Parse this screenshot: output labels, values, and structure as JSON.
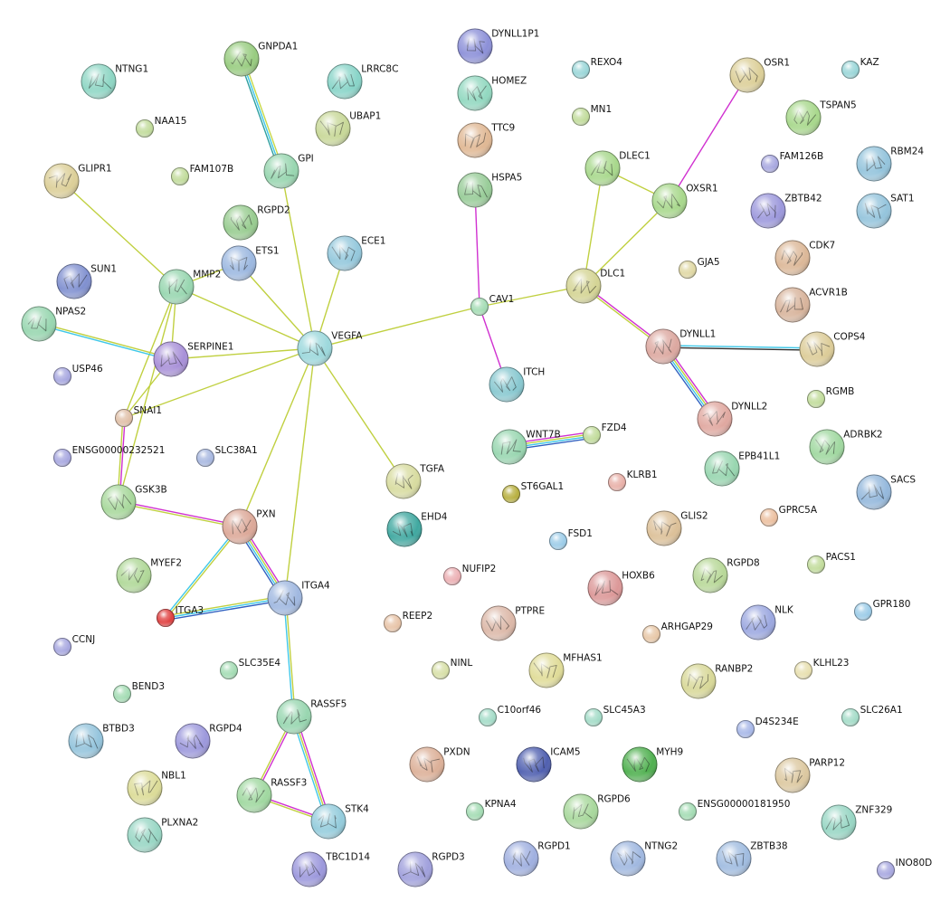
{
  "diagram": {
    "type": "protein-interaction-network",
    "nodes": [
      {
        "id": "NTNG1",
        "label": "NTNG1",
        "color": "#8ed6c4",
        "structure": true
      },
      {
        "id": "GNPDA1",
        "label": "GNPDA1",
        "color": "#98cc80",
        "structure": true
      },
      {
        "id": "LRRC8C",
        "label": "LRRC8C",
        "color": "#88d4c8",
        "structure": true
      },
      {
        "id": "DYNLL1P1",
        "label": "DYNLL1P1",
        "color": "#8c90d8",
        "structure": true
      },
      {
        "id": "REXO4",
        "label": "REXO4",
        "color": "#9ad6d8",
        "structure": false
      },
      {
        "id": "OSR1",
        "label": "OSR1",
        "color": "#dccf98",
        "structure": true
      },
      {
        "id": "KAZ",
        "label": "KAZ",
        "color": "#9ad6d8",
        "structure": false
      },
      {
        "id": "HOMEZ",
        "label": "HOMEZ",
        "color": "#92d8c0",
        "structure": true
      },
      {
        "id": "NAA15",
        "label": "NAA15",
        "color": "#c2dc9c",
        "structure": false
      },
      {
        "id": "UBAP1",
        "label": "UBAP1",
        "color": "#c8d898",
        "structure": true
      },
      {
        "id": "MN1",
        "label": "MN1",
        "color": "#c2dc9c",
        "structure": false
      },
      {
        "id": "TSPAN5",
        "label": "TSPAN5",
        "color": "#a8d88c",
        "structure": true
      },
      {
        "id": "TTC9",
        "label": "TTC9",
        "color": "#e0b894",
        "structure": true
      },
      {
        "id": "GLIPR1",
        "label": "GLIPR1",
        "color": "#dccf98",
        "structure": true
      },
      {
        "id": "FAM107B",
        "label": "FAM107B",
        "color": "#c2dc9c",
        "structure": false
      },
      {
        "id": "GPI",
        "label": "GPI",
        "color": "#98d6b0",
        "structure": true
      },
      {
        "id": "DLEC1",
        "label": "DLEC1",
        "color": "#a8d88c",
        "structure": true
      },
      {
        "id": "FAM126B",
        "label": "FAM126B",
        "color": "#a8a8e0",
        "structure": false
      },
      {
        "id": "RBM24",
        "label": "RBM24",
        "color": "#94c4dc",
        "structure": true
      },
      {
        "id": "HSPA5",
        "label": "HSPA5",
        "color": "#98cc98",
        "structure": true
      },
      {
        "id": "OXSR1",
        "label": "OXSR1",
        "color": "#a8d88c",
        "structure": true
      },
      {
        "id": "ZBTB42",
        "label": "ZBTB42",
        "color": "#9c98dc",
        "structure": true
      },
      {
        "id": "SAT1",
        "label": "SAT1",
        "color": "#94c4dc",
        "structure": true
      },
      {
        "id": "RGPD2",
        "label": "RGPD2",
        "color": "#98cc90",
        "structure": true
      },
      {
        "id": "ECE1",
        "label": "ECE1",
        "color": "#94c8dc",
        "structure": true
      },
      {
        "id": "ETS1",
        "label": "ETS1",
        "color": "#9cb8e0",
        "structure": true
      },
      {
        "id": "SUN1",
        "label": "SUN1",
        "color": "#8090d0",
        "structure": true
      },
      {
        "id": "CDK7",
        "label": "CDK7",
        "color": "#dcb898",
        "structure": true
      },
      {
        "id": "GJA5",
        "label": "GJA5",
        "color": "#e0d8a4",
        "structure": false
      },
      {
        "id": "MMP2",
        "label": "MMP2",
        "color": "#98d6b0",
        "structure": true
      },
      {
        "id": "DLC1",
        "label": "DLC1",
        "color": "#d4d494",
        "structure": true
      },
      {
        "id": "ACVR1B",
        "label": "ACVR1B",
        "color": "#d8b49c",
        "structure": true
      },
      {
        "id": "NPAS2",
        "label": "NPAS2",
        "color": "#98d6b0",
        "structure": true
      },
      {
        "id": "CAV1",
        "label": "CAV1",
        "color": "#a4dcb4",
        "structure": false
      },
      {
        "id": "SERPINE1",
        "label": "SERPINE1",
        "color": "#a890d8",
        "structure": true
      },
      {
        "id": "VEGFA",
        "label": "VEGFA",
        "color": "#9cd8dc",
        "structure": true
      },
      {
        "id": "DYNLL1",
        "label": "DYNLL1",
        "color": "#dca8a0",
        "structure": true
      },
      {
        "id": "COPS4",
        "label": "COPS4",
        "color": "#dccc98",
        "structure": true
      },
      {
        "id": "USP46",
        "label": "USP46",
        "color": "#a8a8e0",
        "structure": false
      },
      {
        "id": "ITCH",
        "label": "ITCH",
        "color": "#88c8d0",
        "structure": true
      },
      {
        "id": "RGMB",
        "label": "RGMB",
        "color": "#c2dc9c",
        "structure": false
      },
      {
        "id": "SNAI1",
        "label": "SNAI1",
        "color": "#e0c0a8",
        "structure": false
      },
      {
        "id": "DYNLL2",
        "label": "DYNLL2",
        "color": "#e0a8a0",
        "structure": true
      },
      {
        "id": "ADRBK2",
        "label": "ADRBK2",
        "color": "#a0d8a0",
        "structure": true
      },
      {
        "id": "WNT7B",
        "label": "WNT7B",
        "color": "#98d6b0",
        "structure": true
      },
      {
        "id": "FZD4",
        "label": "FZD4",
        "color": "#c2dc9c",
        "structure": false
      },
      {
        "id": "ENSG00000232521",
        "label": "ENSG00000232521",
        "color": "#a8a8e0",
        "structure": false
      },
      {
        "id": "SLC38A1",
        "label": "SLC38A1",
        "color": "#a8b8e0",
        "structure": false
      },
      {
        "id": "EPB41L1",
        "label": "EPB41L1",
        "color": "#98d6b0",
        "structure": true
      },
      {
        "id": "KLRB1",
        "label": "KLRB1",
        "color": "#e8b0a8",
        "structure": false
      },
      {
        "id": "SACS",
        "label": "SACS",
        "color": "#94b8dc",
        "structure": true
      },
      {
        "id": "TGFA",
        "label": "TGFA",
        "color": "#d8dca0",
        "structure": true
      },
      {
        "id": "GSK3B",
        "label": "GSK3B",
        "color": "#a8d89c",
        "structure": true
      },
      {
        "id": "ST6GAL1",
        "label": "ST6GAL1",
        "color": "#b8b040",
        "structure": false
      },
      {
        "id": "EHD4",
        "label": "EHD4",
        "color": "#40a8a0",
        "structure": true
      },
      {
        "id": "PXN",
        "label": "PXN",
        "color": "#dca898",
        "structure": true
      },
      {
        "id": "GLIS2",
        "label": "GLIS2",
        "color": "#dcc098",
        "structure": true
      },
      {
        "id": "GPRC5A",
        "label": "GPRC5A",
        "color": "#ecc0a0",
        "structure": false
      },
      {
        "id": "FSD1",
        "label": "FSD1",
        "color": "#9ccce8",
        "structure": false
      },
      {
        "id": "RGPD8",
        "label": "RGPD8",
        "color": "#b8d898",
        "structure": true
      },
      {
        "id": "PACS1",
        "label": "PACS1",
        "color": "#c2dc9c",
        "structure": false
      },
      {
        "id": "MYEF2",
        "label": "MYEF2",
        "color": "#b0d898",
        "structure": true
      },
      {
        "id": "NUFIP2",
        "label": "NUFIP2",
        "color": "#ecb0b4",
        "structure": false
      },
      {
        "id": "HOXB6",
        "label": "HOXB6",
        "color": "#dc9898",
        "structure": true
      },
      {
        "id": "ITGA4",
        "label": "ITGA4",
        "color": "#a0b8e0",
        "structure": true
      },
      {
        "id": "NLK",
        "label": "NLK",
        "color": "#9ca8e0",
        "structure": true
      },
      {
        "id": "ITGA3",
        "label": "ITGA3",
        "color": "#e04040",
        "structure": false
      },
      {
        "id": "REEP2",
        "label": "REEP2",
        "color": "#e8c4a8",
        "structure": false
      },
      {
        "id": "PTPRE",
        "label": "PTPRE",
        "color": "#dcb8a8",
        "structure": true
      },
      {
        "id": "GPR180",
        "label": "GPR180",
        "color": "#9ccce8",
        "structure": false
      },
      {
        "id": "CCNJ",
        "label": "CCNJ",
        "color": "#a8a8e0",
        "structure": false
      },
      {
        "id": "ARHGAP29",
        "label": "ARHGAP29",
        "color": "#e8c8a8",
        "structure": false
      },
      {
        "id": "MFHAS1",
        "label": "MFHAS1",
        "color": "#e0dc98",
        "structure": true
      },
      {
        "id": "SLC35E4",
        "label": "SLC35E4",
        "color": "#a4dcb4",
        "structure": false
      },
      {
        "id": "NINL",
        "label": "NINL",
        "color": "#d8e0a8",
        "structure": false
      },
      {
        "id": "RANBP2",
        "label": "RANBP2",
        "color": "#d8d898",
        "structure": true
      },
      {
        "id": "KLHL23",
        "label": "KLHL23",
        "color": "#e8e0b0",
        "structure": false
      },
      {
        "id": "BEND3",
        "label": "BEND3",
        "color": "#a4dcb4",
        "structure": false
      },
      {
        "id": "RASSF5",
        "label": "RASSF5",
        "color": "#98d6b0",
        "structure": true
      },
      {
        "id": "C10orf46",
        "label": "C10orf46",
        "color": "#a4dcc8",
        "structure": false
      },
      {
        "id": "SLC45A3",
        "label": "SLC45A3",
        "color": "#a4dcc8",
        "structure": false
      },
      {
        "id": "SLC26A1",
        "label": "SLC26A1",
        "color": "#a4dcc8",
        "structure": false
      },
      {
        "id": "BTBD3",
        "label": "BTBD3",
        "color": "#94c4dc",
        "structure": true
      },
      {
        "id": "RGPD4",
        "label": "RGPD4",
        "color": "#9c98dc",
        "structure": true
      },
      {
        "id": "D4S234E",
        "label": "D4S234E",
        "color": "#a8b8e8",
        "structure": false
      },
      {
        "id": "PXDN",
        "label": "PXDN",
        "color": "#dcb098",
        "structure": true
      },
      {
        "id": "ICAM5",
        "label": "ICAM5",
        "color": "#5060b0",
        "structure": true
      },
      {
        "id": "MYH9",
        "label": "MYH9",
        "color": "#50b050",
        "structure": true
      },
      {
        "id": "PARP12",
        "label": "PARP12",
        "color": "#dcc8a0",
        "structure": true
      },
      {
        "id": "NBL1",
        "label": "NBL1",
        "color": "#dcdc98",
        "structure": true
      },
      {
        "id": "RASSF3",
        "label": "RASSF3",
        "color": "#a0d8a0",
        "structure": true
      },
      {
        "id": "KPNA4",
        "label": "KPNA4",
        "color": "#a4dcb4",
        "structure": false
      },
      {
        "id": "RGPD6",
        "label": "RGPD6",
        "color": "#a8d89c",
        "structure": true
      },
      {
        "id": "ENSG00000181950",
        "label": "ENSG00000181950",
        "color": "#a4dcb4",
        "structure": false
      },
      {
        "id": "ZNF329",
        "label": "ZNF329",
        "color": "#98d6c4",
        "structure": true
      },
      {
        "id": "STK4",
        "label": "STK4",
        "color": "#94ccdc",
        "structure": true
      },
      {
        "id": "PLXNA2",
        "label": "PLXNA2",
        "color": "#98d6c4",
        "structure": true
      },
      {
        "id": "TBC1D14",
        "label": "TBC1D14",
        "color": "#9c98dc",
        "structure": true
      },
      {
        "id": "RGPD3",
        "label": "RGPD3",
        "color": "#a0a0dc",
        "structure": true
      },
      {
        "id": "RGPD1",
        "label": "RGPD1",
        "color": "#a0b0e0",
        "structure": true
      },
      {
        "id": "NTNG2",
        "label": "NTNG2",
        "color": "#a0b8e0",
        "structure": true
      },
      {
        "id": "ZBTB38",
        "label": "ZBTB38",
        "color": "#a0bce0",
        "structure": true
      },
      {
        "id": "INO80D",
        "label": "INO80D",
        "color": "#a8a8e0",
        "structure": false
      }
    ],
    "edges": [
      {
        "from": "GNPDA1",
        "to": "GPI",
        "evidence": [
          "#c8d848",
          "#40c8e8",
          "#30a0a0"
        ]
      },
      {
        "from": "GPI",
        "to": "VEGFA",
        "evidence": [
          "#c0d040"
        ]
      },
      {
        "from": "GLIPR1",
        "to": "MMP2",
        "evidence": [
          "#c0d040"
        ]
      },
      {
        "from": "MMP2",
        "to": "VEGFA",
        "evidence": [
          "#c0d040"
        ]
      },
      {
        "from": "MMP2",
        "to": "ETS1",
        "evidence": [
          "#c0d040"
        ]
      },
      {
        "from": "MMP2",
        "to": "SERPINE1",
        "evidence": [
          "#c0d040"
        ]
      },
      {
        "from": "MMP2",
        "to": "SNAI1",
        "evidence": [
          "#c0d040"
        ]
      },
      {
        "from": "MMP2",
        "to": "GSK3B",
        "evidence": [
          "#c0d040"
        ]
      },
      {
        "from": "ETS1",
        "to": "VEGFA",
        "evidence": [
          "#c0d040"
        ]
      },
      {
        "from": "ECE1",
        "to": "VEGFA",
        "evidence": [
          "#c0d040"
        ]
      },
      {
        "from": "NPAS2",
        "to": "SERPINE1",
        "evidence": [
          "#c0d040",
          "#40c8e8"
        ]
      },
      {
        "from": "SERPINE1",
        "to": "VEGFA",
        "evidence": [
          "#c0d040"
        ]
      },
      {
        "from": "SERPINE1",
        "to": "SNAI1",
        "evidence": [
          "#c0d040"
        ]
      },
      {
        "from": "SNAI1",
        "to": "VEGFA",
        "evidence": [
          "#c0d040"
        ]
      },
      {
        "from": "SNAI1",
        "to": "GSK3B",
        "evidence": [
          "#d030d0",
          "#c0d040"
        ]
      },
      {
        "from": "VEGFA",
        "to": "CAV1",
        "evidence": [
          "#c0d040"
        ]
      },
      {
        "from": "VEGFA",
        "to": "TGFA",
        "evidence": [
          "#c0d040"
        ]
      },
      {
        "from": "VEGFA",
        "to": "PXN",
        "evidence": [
          "#c0d040"
        ]
      },
      {
        "from": "VEGFA",
        "to": "ITGA4",
        "evidence": [
          "#c0d040"
        ]
      },
      {
        "from": "GSK3B",
        "to": "PXN",
        "evidence": [
          "#d030d0",
          "#c0d040"
        ]
      },
      {
        "from": "PXN",
        "to": "ITGA4",
        "evidence": [
          "#d030d0",
          "#c0d040",
          "#40c8e8",
          "#3060c0"
        ]
      },
      {
        "from": "PXN",
        "to": "ITGA3",
        "evidence": [
          "#c0d040",
          "#40c8e8"
        ]
      },
      {
        "from": "ITGA3",
        "to": "ITGA4",
        "evidence": [
          "#c0d040",
          "#40c8e8",
          "#3060c0"
        ]
      },
      {
        "from": "ITGA4",
        "to": "RASSF5",
        "evidence": [
          "#c0d040",
          "#40c8e8"
        ]
      },
      {
        "from": "RASSF5",
        "to": "RASSF3",
        "evidence": [
          "#d030d0",
          "#c0d040"
        ]
      },
      {
        "from": "RASSF5",
        "to": "STK4",
        "evidence": [
          "#d030d0",
          "#c0d040",
          "#40c8e8"
        ]
      },
      {
        "from": "RASSF3",
        "to": "STK4",
        "evidence": [
          "#d030d0",
          "#c0d040"
        ]
      },
      {
        "from": "HSPA5",
        "to": "CAV1",
        "evidence": [
          "#d030d0"
        ]
      },
      {
        "from": "CAV1",
        "to": "ITCH",
        "evidence": [
          "#d030d0"
        ]
      },
      {
        "from": "CAV1",
        "to": "DLC1",
        "evidence": [
          "#c0d040"
        ]
      },
      {
        "from": "DLEC1",
        "to": "DLC1",
        "evidence": [
          "#c0d040"
        ]
      },
      {
        "from": "DLEC1",
        "to": "OXSR1",
        "evidence": [
          "#c0d040"
        ]
      },
      {
        "from": "OXSR1",
        "to": "DLC1",
        "evidence": [
          "#c0d040"
        ]
      },
      {
        "from": "OSR1",
        "to": "OXSR1",
        "evidence": [
          "#d030d0"
        ]
      },
      {
        "from": "DLC1",
        "to": "DYNLL1",
        "evidence": [
          "#d030d0",
          "#c0d040"
        ]
      },
      {
        "from": "DYNLL1",
        "to": "COPS4",
        "evidence": [
          "#40c8e8",
          "#303030"
        ]
      },
      {
        "from": "DYNLL1",
        "to": "DYNLL2",
        "evidence": [
          "#d030d0",
          "#c0d040",
          "#40c8e8",
          "#3060c0"
        ]
      },
      {
        "from": "WNT7B",
        "to": "FZD4",
        "evidence": [
          "#d030d0",
          "#c0d040",
          "#40c8e8",
          "#3060c0"
        ]
      }
    ]
  }
}
